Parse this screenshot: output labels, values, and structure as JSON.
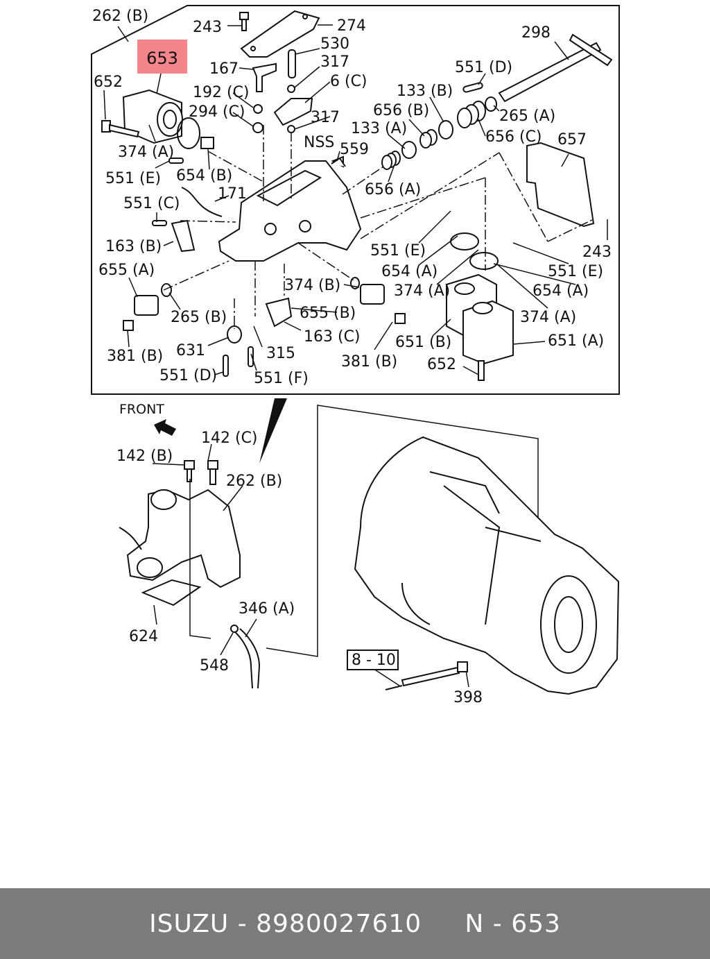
{
  "highlight": {
    "label": "653",
    "color": "#f4868b"
  },
  "callouts": [
    {
      "id": "c-262b-top",
      "text": "262 (B)"
    },
    {
      "id": "c-243-top",
      "text": "243"
    },
    {
      "id": "c-274",
      "text": "274"
    },
    {
      "id": "c-298",
      "text": "298"
    },
    {
      "id": "c-652-left",
      "text": "652"
    },
    {
      "id": "c-167",
      "text": "167"
    },
    {
      "id": "c-530",
      "text": "530"
    },
    {
      "id": "c-317-a",
      "text": "317"
    },
    {
      "id": "c-551d-top",
      "text": "551 (D)"
    },
    {
      "id": "c-192c",
      "text": "192 (C)"
    },
    {
      "id": "c-6c",
      "text": "6 (C)"
    },
    {
      "id": "c-133b",
      "text": "133 (B)"
    },
    {
      "id": "c-294c",
      "text": "294 (C)"
    },
    {
      "id": "c-317-b",
      "text": "317"
    },
    {
      "id": "c-656b",
      "text": "656 (B)"
    },
    {
      "id": "c-265a",
      "text": "265 (A)"
    },
    {
      "id": "c-nss",
      "text": "NSS"
    },
    {
      "id": "c-133a",
      "text": "133 (A)"
    },
    {
      "id": "c-656c",
      "text": "656 (C)"
    },
    {
      "id": "c-374a-left",
      "text": "374 (A)"
    },
    {
      "id": "c-559",
      "text": "559"
    },
    {
      "id": "c-657",
      "text": "657"
    },
    {
      "id": "c-551e-left",
      "text": "551 (E)"
    },
    {
      "id": "c-654b",
      "text": "654 (B)"
    },
    {
      "id": "c-656a",
      "text": "656 (A)"
    },
    {
      "id": "c-171",
      "text": "171"
    },
    {
      "id": "c-551c",
      "text": "551 (C)"
    },
    {
      "id": "c-163b",
      "text": "163 (B)"
    },
    {
      "id": "c-551e-mid",
      "text": "551 (E)"
    },
    {
      "id": "c-243-right",
      "text": "243"
    },
    {
      "id": "c-654a-mid",
      "text": "654 (A)"
    },
    {
      "id": "c-551e-right",
      "text": "551 (E)"
    },
    {
      "id": "c-655a",
      "text": "655 (A)"
    },
    {
      "id": "c-374b",
      "text": "374 (B)"
    },
    {
      "id": "c-374a-mid",
      "text": "374 (A)"
    },
    {
      "id": "c-654a-right",
      "text": "654 (A)"
    },
    {
      "id": "c-265b",
      "text": "265 (B)"
    },
    {
      "id": "c-655b",
      "text": "655 (B)"
    },
    {
      "id": "c-374a-right",
      "text": "374 (A)"
    },
    {
      "id": "c-163c",
      "text": "163 (C)"
    },
    {
      "id": "c-381b-left",
      "text": "381 (B)"
    },
    {
      "id": "c-631",
      "text": "631"
    },
    {
      "id": "c-315",
      "text": "315"
    },
    {
      "id": "c-651b",
      "text": "651 (B)"
    },
    {
      "id": "c-651a",
      "text": "651 (A)"
    },
    {
      "id": "c-381b-right",
      "text": "381 (B)"
    },
    {
      "id": "c-652-bottom",
      "text": "652"
    },
    {
      "id": "c-551d-bottom",
      "text": "551 (D)"
    },
    {
      "id": "c-551f",
      "text": "551 (F)"
    },
    {
      "id": "c-front",
      "text": "FRONT"
    },
    {
      "id": "c-142c",
      "text": "142 (C)"
    },
    {
      "id": "c-142b",
      "text": "142 (B)"
    },
    {
      "id": "c-262b-lower",
      "text": "262 (B)"
    },
    {
      "id": "c-346a",
      "text": "346 (A)"
    },
    {
      "id": "c-624",
      "text": "624"
    },
    {
      "id": "c-548",
      "text": "548"
    },
    {
      "id": "c-8-10",
      "text": "8 - 10"
    },
    {
      "id": "c-398",
      "text": "398"
    }
  ],
  "footer": {
    "brand": "ISUZU",
    "part_number": "8980027610",
    "ref": "N - 653",
    "text": "ISUZU - 8980027610     N - 653"
  }
}
